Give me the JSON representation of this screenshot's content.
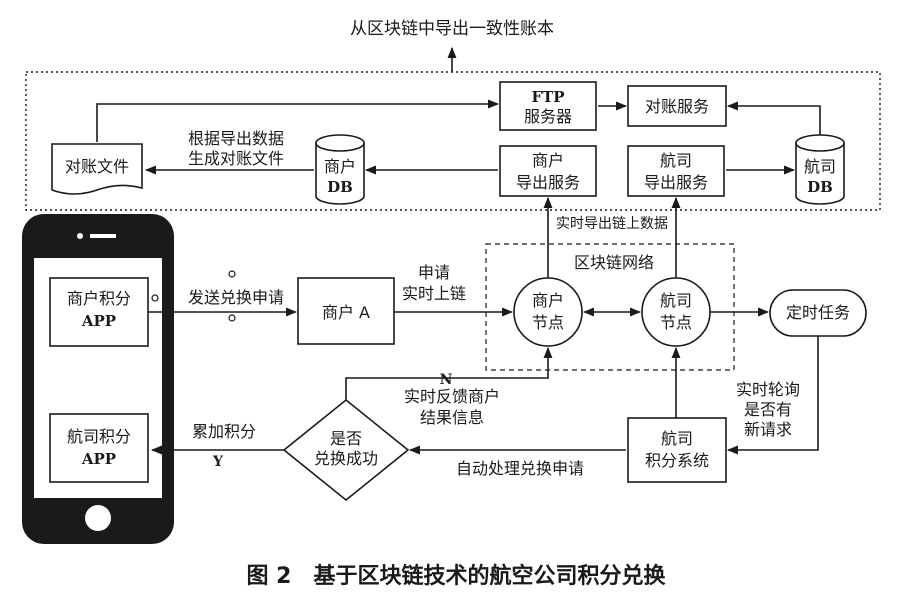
{
  "top_label": "从区块链中导出一致性账本",
  "nodes": {
    "ftp": [
      "FTP",
      "服务器"
    ],
    "reconcile_service": "对账服务",
    "reconcile_file": "对账文件",
    "merchant_db": [
      "商户",
      "DB"
    ],
    "merchant_export": [
      "商户",
      "导出服务"
    ],
    "airline_export": [
      "航司",
      "导出服务"
    ],
    "airline_db": [
      "航司",
      "DB"
    ],
    "merchant_app": [
      "商户积分",
      "APP"
    ],
    "airline_app": [
      "航司积分",
      "APP"
    ],
    "merchant_a": "商户 A",
    "merchant_node": [
      "商户",
      "节点"
    ],
    "airline_node": [
      "航司",
      "节点"
    ],
    "timer_task": "定时任务",
    "decision": [
      "是否",
      "兑换成功"
    ],
    "airline_points_system": [
      "航司",
      "积分系统"
    ]
  },
  "labels": {
    "gen_reconcile": [
      "根据导出数据",
      "生成对账文件"
    ],
    "realtime_export": "实时导出链上数据",
    "blockchain_network": "区块链网络",
    "send_request": "发送兑换申请",
    "apply_realtime": [
      "申请",
      "实时上链"
    ],
    "n_label": "N",
    "y_label": "Y",
    "feedback": [
      "实时反馈商户",
      "结果信息"
    ],
    "accumulate": "累加积分",
    "auto_process": "自动处理兑换申请",
    "poll": [
      "实时轮询",
      "是否有",
      "新请求"
    ]
  },
  "caption": "图 2　基于区块链技术的航空公司积分兑换"
}
